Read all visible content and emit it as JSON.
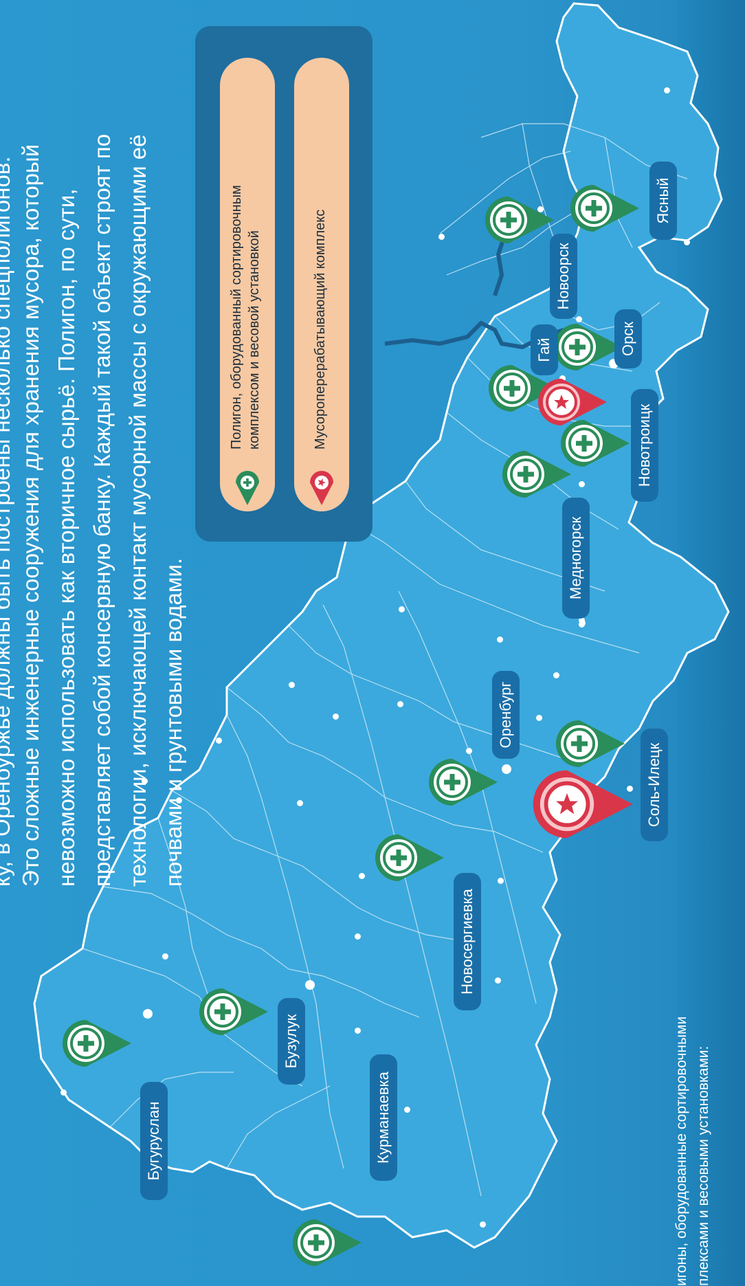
{
  "intro": {
    "line1": "ку, в Оренбуржье должны быть построены несколько спецполигонов.",
    "line2": "Это сложные инженерные сооружения для хранения мусора, который",
    "line3": "невозможно использовать как вторичное сырьё. Полигон, по сути,",
    "line4": "представляет собой консервную банку. Каждый такой объект строят по",
    "line5": "технологии, исключающей контакт мусорной массы с окружающими её",
    "line6": "почвами и грунтовыми водами."
  },
  "legend": {
    "polygon_line1": "Полигон, оборудованный сортировочным",
    "polygon_line2": "комплексом и весовой установкой",
    "complex": "Мусороперерабатывающий комплекс"
  },
  "cities": {
    "buguruslan": "Бугуруслан",
    "buzuluk": "Бузулук",
    "kurmanaevka": "Курманаевка",
    "novosergievka": "Новосергиевка",
    "orenburg": "Оренбург",
    "sol_iletsk": "Соль-Илецк",
    "mednogorsk": "Медногорск",
    "novotroitsk": "Новотроицк",
    "gai": "Гай",
    "orsk": "Орск",
    "novoorsk": "Новоорск",
    "yasny": "Ясный"
  },
  "bottom": {
    "line1": "игоны, оборудованные сортировочными",
    "line2": "плексами и весовыми установками:"
  },
  "colors": {
    "background": "#2a95cc",
    "region": "#3aa8dc",
    "border": "#cfe9f7",
    "green": "#2a8d5a",
    "red": "#d9364a",
    "pill": "#f6c9a3"
  }
}
